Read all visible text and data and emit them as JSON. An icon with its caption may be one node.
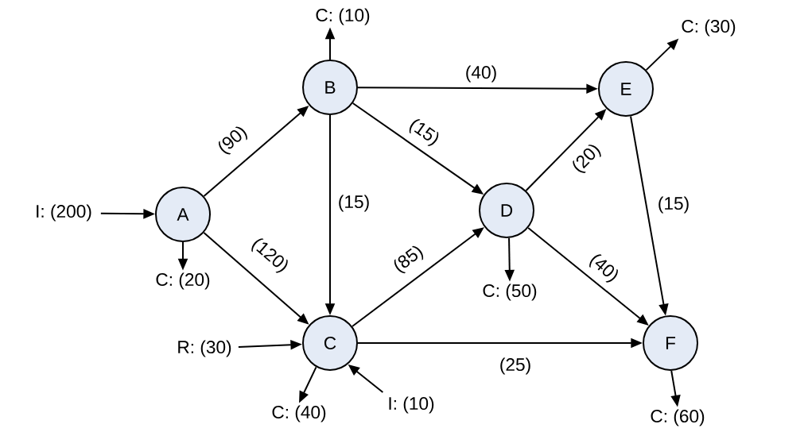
{
  "diagram": {
    "nodes": [
      {
        "text": [
          "C: (10)"
        ]
      },
      {
        "text": [
          "C: (30)"
        ]
      },
      {
        "text": [
          "B"
        ]
      },
      {
        "text": [
          "E"
        ]
      },
      {
        "text": [
          "I: (200)"
        ]
      },
      {
        "text": [
          "A"
        ]
      },
      {
        "text": [
          "D"
        ]
      },
      {
        "text": [
          "C: (20)"
        ]
      },
      {
        "text": [
          "C: (50)"
        ]
      },
      {
        "text": [
          "R: (30)"
        ]
      },
      {
        "text": [
          "C"
        ]
      },
      {
        "text": [
          "F"
        ]
      },
      {
        "text": [
          "I: (10)"
        ]
      },
      {
        "text": [
          "C: (40)"
        ]
      },
      {
        "text": [
          "C: (60)"
        ]
      }
    ],
    "edges": [
      {
        "from": 4,
        "to": 5,
        "arrow": "to"
      },
      {
        "from": 5,
        "to": 7,
        "arrow": "to"
      },
      {
        "from": 5,
        "to": 2,
        "arrow": "to",
        "label": "(90)"
      },
      {
        "from": 5,
        "to": 10,
        "arrow": "to",
        "label": "(120)"
      },
      {
        "from": 2,
        "to": 0,
        "arrow": "to"
      },
      {
        "from": 2,
        "to": 10,
        "arrow": "to",
        "label": "(15)"
      },
      {
        "from": 2,
        "to": 6,
        "arrow": "to",
        "label": "(15)"
      },
      {
        "from": 2,
        "to": 3,
        "arrow": "to",
        "label": "(40)"
      },
      {
        "from": 3,
        "to": 1,
        "arrow": "to"
      },
      {
        "from": 6,
        "to": 3,
        "arrow": "to",
        "label": "(20)"
      },
      {
        "from": 6,
        "to": 8,
        "arrow": "to"
      },
      {
        "from": 6,
        "to": 11,
        "arrow": "to",
        "label": "(40)"
      },
      {
        "from": 3,
        "to": 11,
        "arrow": "to",
        "label": "(15)"
      },
      {
        "from": 10,
        "to": 6,
        "arrow": "to",
        "label": "(85)"
      },
      {
        "from": 10,
        "to": 11,
        "arrow": "to",
        "label": "(25)"
      },
      {
        "from": 9,
        "to": 10,
        "arrow": "to"
      },
      {
        "from": 12,
        "to": 10,
        "arrow": "to"
      },
      {
        "from": 10,
        "to": 13,
        "arrow": "to"
      },
      {
        "from": 11,
        "to": 14,
        "arrow": "to"
      }
    ]
  }
}
